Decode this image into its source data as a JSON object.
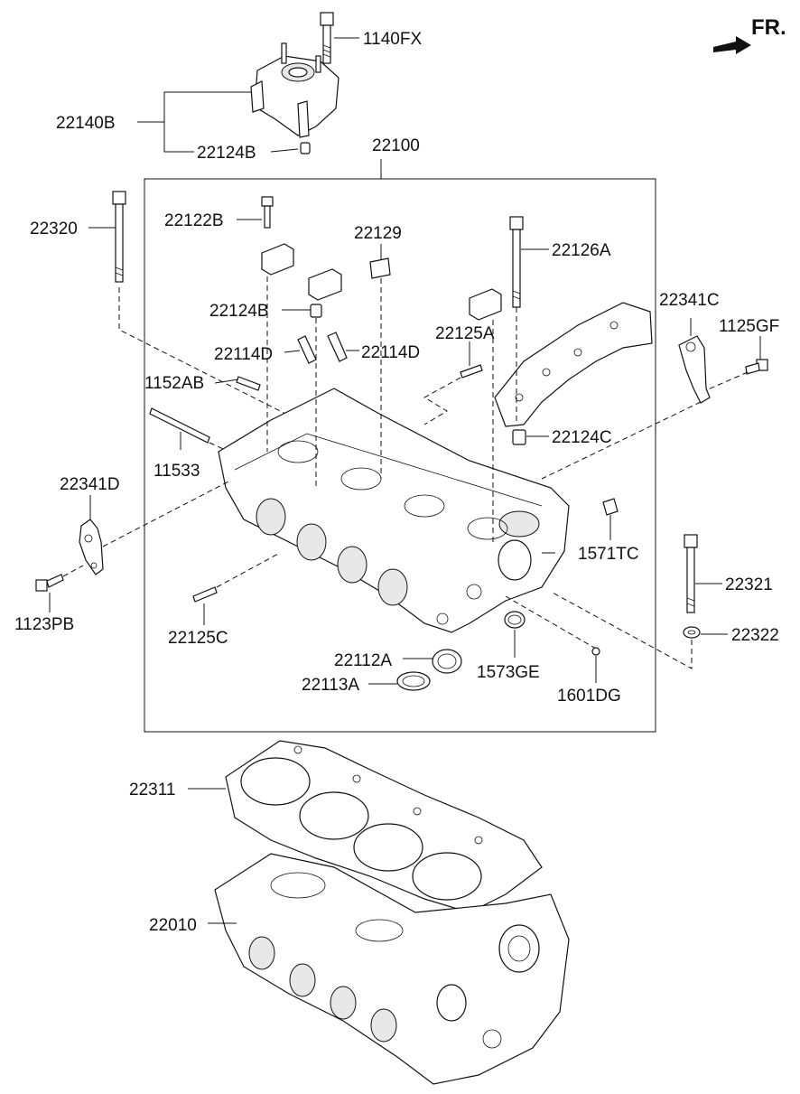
{
  "direction_label": "FR.",
  "parts": {
    "p1140FX": "1140FX",
    "p22140B": "22140B",
    "p22124B_top": "22124B",
    "p22100": "22100",
    "p22320": "22320",
    "p22122B": "22122B",
    "p22129": "22129",
    "p22126A": "22126A",
    "p22341C": "22341C",
    "p1125GF": "1125GF",
    "p22124B_mid": "22124B",
    "p22125A": "22125A",
    "p22114D_left": "22114D",
    "p22114D_right": "22114D",
    "p1152AB": "1152AB",
    "p22124C": "22124C",
    "p11533": "11533",
    "p22341D": "22341D",
    "p1571TC": "1571TC",
    "p22321": "22321",
    "p1123PB": "1123PB",
    "p22322": "22322",
    "p22125C": "22125C",
    "p22112A": "22112A",
    "p1573GE": "1573GE",
    "p22113A": "22113A",
    "p1601DG": "1601DG",
    "p22311": "22311",
    "p22010": "22010"
  }
}
